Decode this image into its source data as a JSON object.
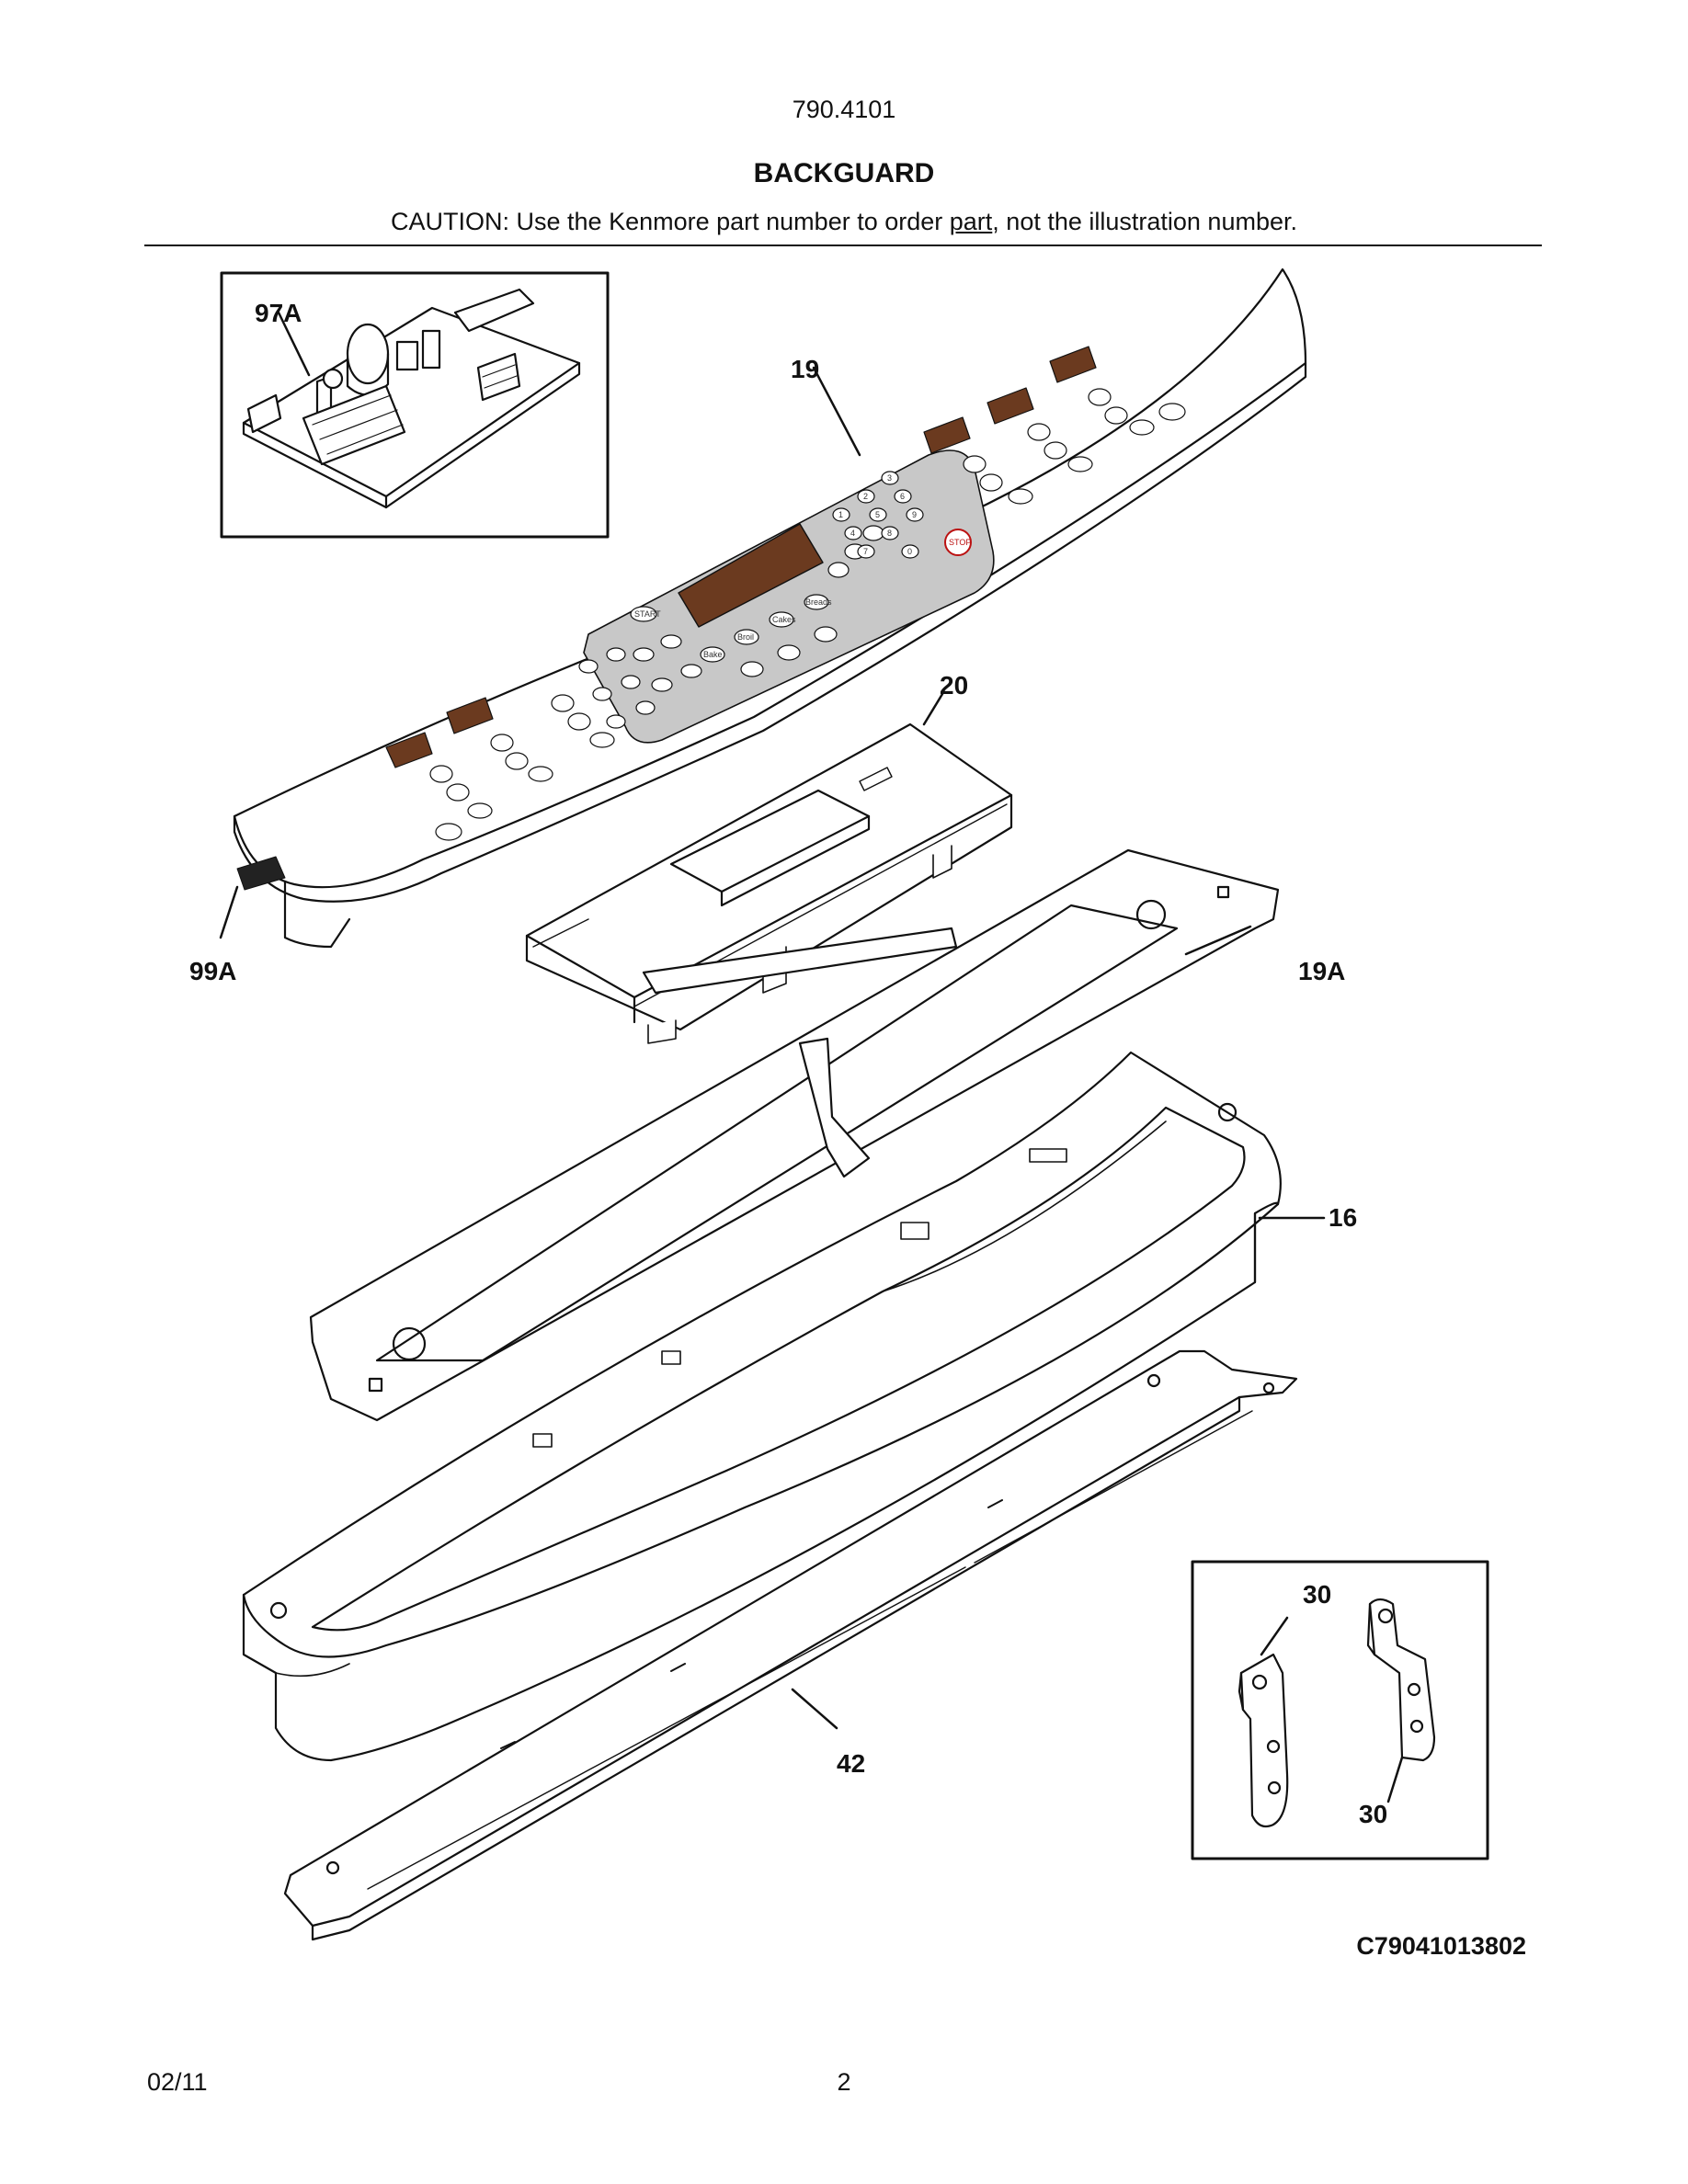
{
  "header": {
    "model_number": "790.4101",
    "section_title": "BACKGUARD",
    "caution_prefix": "CAUTION: Use the Kenmore part number to order ",
    "caution_underlined": "part",
    "caution_suffix": ", not the illustration number."
  },
  "callouts": {
    "c97a": "97A",
    "c19": "19",
    "c20": "20",
    "c99a": "99A",
    "c19a": "19A",
    "c16": "16",
    "c42": "42",
    "c30_top": "30",
    "c30_bottom": "30"
  },
  "keypad": {
    "start": "START",
    "stop": "STOP",
    "bake": "Bake",
    "broil": "Broil",
    "cakes": "Cakes",
    "breads": "Breads",
    "digits": [
      "1",
      "2",
      "3",
      "4",
      "5",
      "6",
      "7",
      "8",
      "9",
      "0"
    ]
  },
  "drawing_code": "C79041013802",
  "footer": {
    "date": "02/11",
    "page": "2"
  }
}
